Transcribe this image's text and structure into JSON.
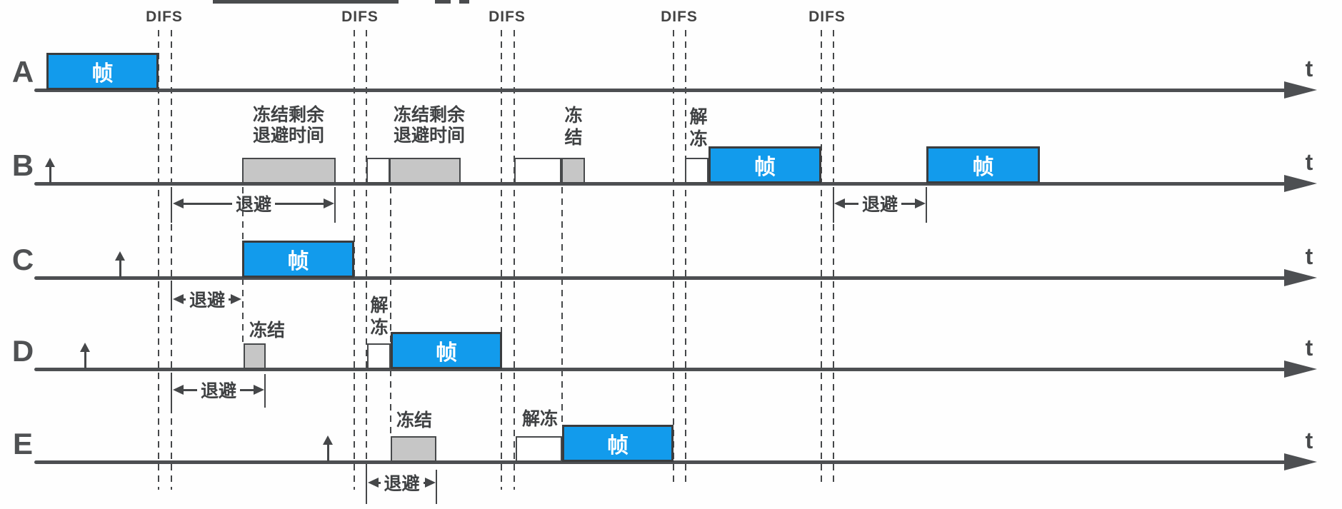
{
  "labels": {
    "difs": "DIFS",
    "frame": "帧",
    "backoff": "退避",
    "freeze": "冻结",
    "unfreeze": "解冻",
    "freeze_remaining": "冻结剩余退避时间",
    "time_axis": "t"
  },
  "rows": [
    {
      "station": "A",
      "events": [
        "frame"
      ]
    },
    {
      "station": "B",
      "events": [
        "wish-to-send",
        "backoff",
        "freeze-remaining-backoff",
        "freeze-remaining-backoff",
        "freeze",
        "unfreeze",
        "frame",
        "backoff",
        "frame"
      ]
    },
    {
      "station": "C",
      "events": [
        "wish-to-send",
        "backoff",
        "frame"
      ]
    },
    {
      "station": "D",
      "events": [
        "wish-to-send",
        "backoff",
        "freeze",
        "unfreeze",
        "frame"
      ]
    },
    {
      "station": "E",
      "events": [
        "wish-to-send",
        "backoff",
        "freeze",
        "unfreeze",
        "frame"
      ]
    }
  ],
  "difs_markers_count": 5,
  "colors": {
    "frame_fill": "#129bec",
    "frame_text": "#ffffff",
    "frozen_fill": "#c6c6c6",
    "unfrozen_fill": "#ffffff",
    "ink": "#454749",
    "timeline": "#4d4f52"
  }
}
